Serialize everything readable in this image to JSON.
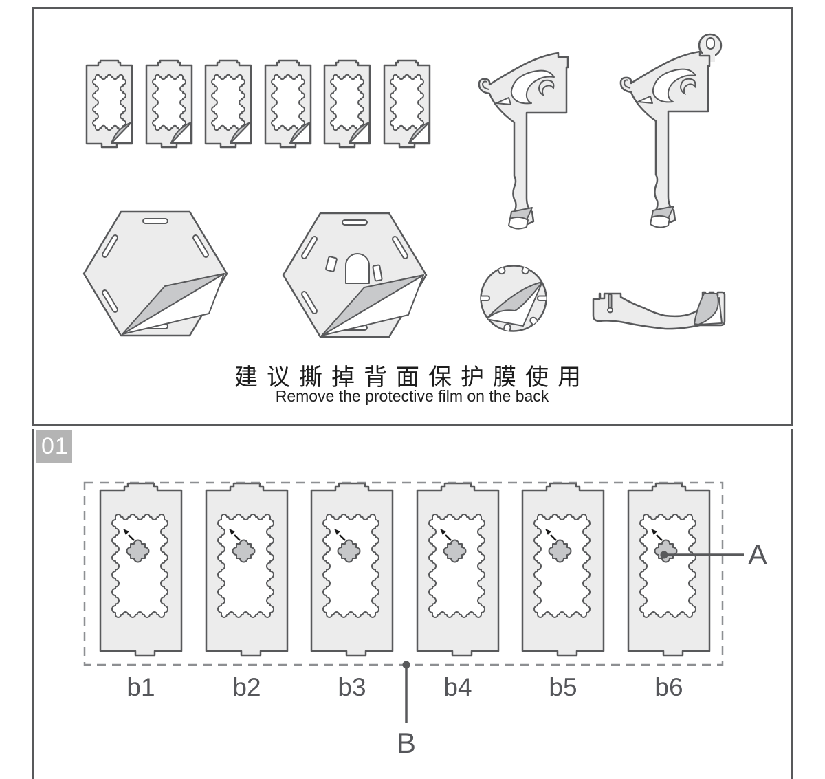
{
  "colors": {
    "outline": "#58595b",
    "piece_fill": "#ececec",
    "film_fold": "#c8c9cb",
    "hole_fill": "#ffffff",
    "badge_bg": "#b4b4b4",
    "badge_text": "#ffffff",
    "dashed_border": "#8d8f92",
    "label_text": "#55565a",
    "arrow": "#1a1a1a"
  },
  "top_section": {
    "note_zh": "建议撕掉背面保护膜使用",
    "note_en": "Remove the protective film on the back",
    "parts": [
      {
        "name": "film-frame-blank-piece",
        "count": 6
      },
      {
        "name": "carved-eave-bracket-piece",
        "count": 2
      },
      {
        "name": "hexagon-panel-piece",
        "count": 2
      },
      {
        "name": "notched-disc-piece",
        "count": 1
      },
      {
        "name": "curved-bar-piece",
        "count": 1
      }
    ]
  },
  "bottom_section": {
    "step_number": "01",
    "frame_labels": [
      "b1",
      "b2",
      "b3",
      "b4",
      "b5",
      "b6"
    ],
    "callout_a": "A",
    "callout_b": "B"
  }
}
